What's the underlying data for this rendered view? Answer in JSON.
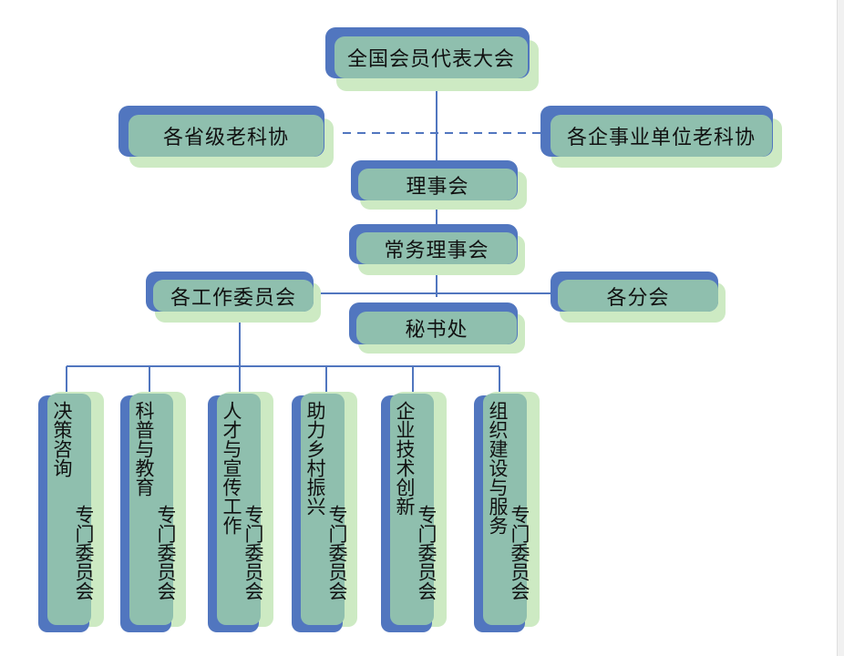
{
  "nodes": {
    "national": "全国会员代表大会",
    "provincial": "各省级老科协",
    "enterprise": "各企事业单位老科协",
    "council": "理事会",
    "standing": "常务理事会",
    "working": "各工作委员会",
    "branches": "各分会",
    "secretariat": "秘书处"
  },
  "committees": [
    {
      "name": "决策咨询",
      "suffix": "专门委员会"
    },
    {
      "name": "科普与教育",
      "suffix": "专门委员会"
    },
    {
      "name": "人才与宣传工作",
      "suffix": "专门委员会"
    },
    {
      "name": "助力乡村振兴",
      "suffix": "专门委员会"
    },
    {
      "name": "企业技术创新",
      "suffix": "专门委员会"
    },
    {
      "name": "组织建设与服务",
      "suffix": "专门委员会"
    }
  ],
  "colors": {
    "front": "#8fbfae",
    "back": "#5176bf",
    "shadow": "#cdeac3",
    "line": "#5176bf"
  }
}
